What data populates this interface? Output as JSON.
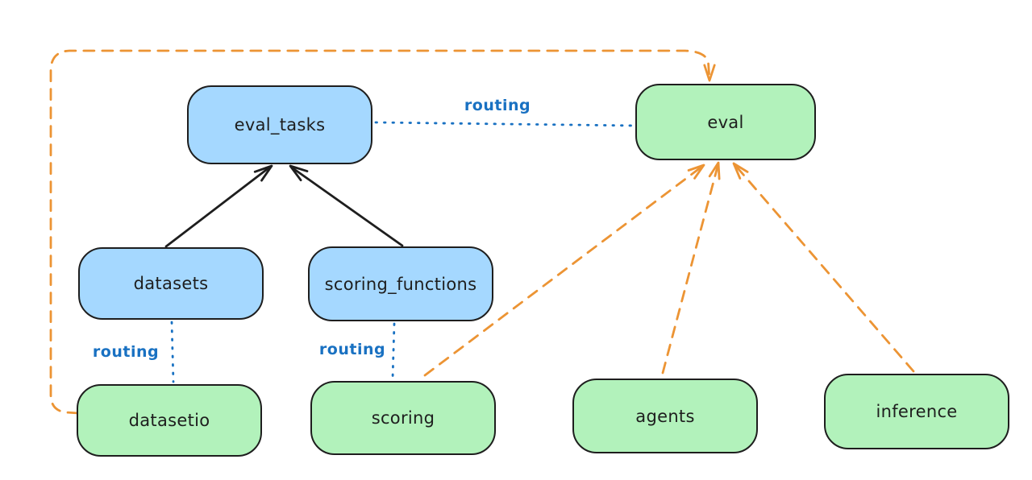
{
  "diagram": {
    "colors": {
      "black": "#1e1e1e",
      "blue_fill": "#a5d8ff",
      "green_fill": "#b2f2bb",
      "routing_blue": "#1971c2",
      "orange": "#ec9434",
      "background": "#ffffff"
    },
    "nodes": [
      {
        "id": "eval_tasks",
        "label": "eval_tasks",
        "color_role": "blue"
      },
      {
        "id": "eval",
        "label": "eval",
        "color_role": "green"
      },
      {
        "id": "datasets",
        "label": "datasets",
        "color_role": "blue"
      },
      {
        "id": "scoring_functions",
        "label": "scoring_functions",
        "color_role": "blue"
      },
      {
        "id": "datasetio",
        "label": "datasetio",
        "color_role": "green"
      },
      {
        "id": "scoring",
        "label": "scoring",
        "color_role": "green"
      },
      {
        "id": "agents",
        "label": "agents",
        "color_role": "green"
      },
      {
        "id": "inference",
        "label": "inference",
        "color_role": "green"
      }
    ],
    "edges": [
      {
        "from": "datasets",
        "to": "eval_tasks",
        "style": "solid-black-arrow"
      },
      {
        "from": "scoring_functions",
        "to": "eval_tasks",
        "style": "solid-black-arrow"
      },
      {
        "from": "eval_tasks",
        "to": "eval",
        "style": "dotted-blue",
        "label": "routing"
      },
      {
        "from": "datasets",
        "to": "datasetio",
        "style": "dotted-blue",
        "label": "routing"
      },
      {
        "from": "scoring_functions",
        "to": "scoring",
        "style": "dotted-blue",
        "label": "routing"
      },
      {
        "from": "datasetio",
        "to": "eval",
        "style": "dashed-orange-arrow"
      },
      {
        "from": "scoring",
        "to": "eval",
        "style": "dashed-orange-arrow"
      },
      {
        "from": "agents",
        "to": "eval",
        "style": "dashed-orange-arrow"
      },
      {
        "from": "inference",
        "to": "eval",
        "style": "dashed-orange-arrow"
      }
    ],
    "edge_labels": [
      {
        "id": "routing-eval-tasks-eval",
        "text": "routing"
      },
      {
        "id": "routing-datasets-datasetio",
        "text": "routing"
      },
      {
        "id": "routing-scoringfn-scoring",
        "text": "routing"
      }
    ]
  }
}
